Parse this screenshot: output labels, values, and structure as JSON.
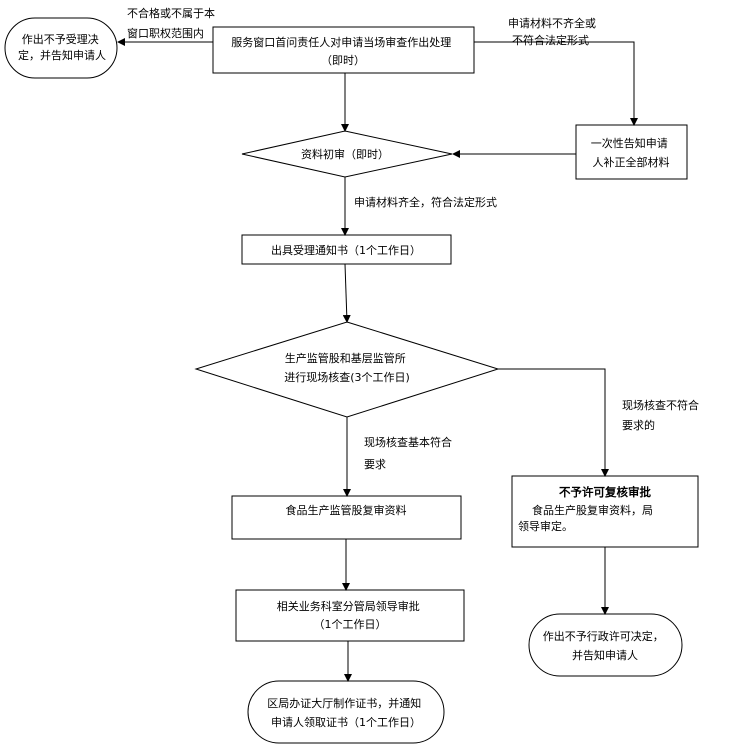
{
  "nodes": {
    "reject_terminal": {
      "lines": [
        "作出不予受理决",
        "定，并告知申请人"
      ]
    },
    "process_start": {
      "lines": [
        "服务窗口首问责任人对申请当场审查作出处理",
        "（即时）"
      ]
    },
    "notify_once": {
      "lines": [
        "一次性告知申请",
        "人补正全部材料"
      ]
    },
    "preliminary_review": {
      "lines": [
        "资料初审（即时）"
      ]
    },
    "acceptance_notice": {
      "lines": [
        "出具受理通知书（1个工作日）"
      ]
    },
    "site_inspection": {
      "lines": [
        "生产监管股和基层监管所",
        "进行现场核查(3个工作日)"
      ]
    },
    "food_review": {
      "lines": [
        "食品生产监管股复审资料"
      ]
    },
    "leader_approval": {
      "lines": [
        "相关业务科室分管局领导审批",
        "（1个工作日）"
      ]
    },
    "issue_certificate": {
      "lines": [
        "区局办证大厅制作证书，并通知",
        "申请人领取证书（1个工作日）"
      ]
    },
    "no_permit_review": {
      "title": "不予许可复核审批",
      "lines": [
        "食品生产股复审资料，局",
        "领导审定。"
      ]
    },
    "no_permit_terminal": {
      "lines": [
        "作出不予行政许可决定，",
        "并告知申请人"
      ]
    }
  },
  "edges": {
    "unqualified": {
      "lines": [
        "不合格或不属于本",
        "窗口职权范围内"
      ]
    },
    "incomplete": {
      "lines": [
        "申请材料不齐全或",
        "不符合法定形式"
      ]
    },
    "complete": {
      "lines": [
        "申请材料齐全，符合法定形式"
      ]
    },
    "inspection_pass": {
      "lines": [
        "现场核查基本符合",
        "要求"
      ]
    },
    "inspection_fail": {
      "lines": [
        "现场核查不符合",
        "要求的"
      ]
    }
  },
  "colors": {
    "stroke": "#000000",
    "fill": "#ffffff",
    "text": "#000000"
  }
}
